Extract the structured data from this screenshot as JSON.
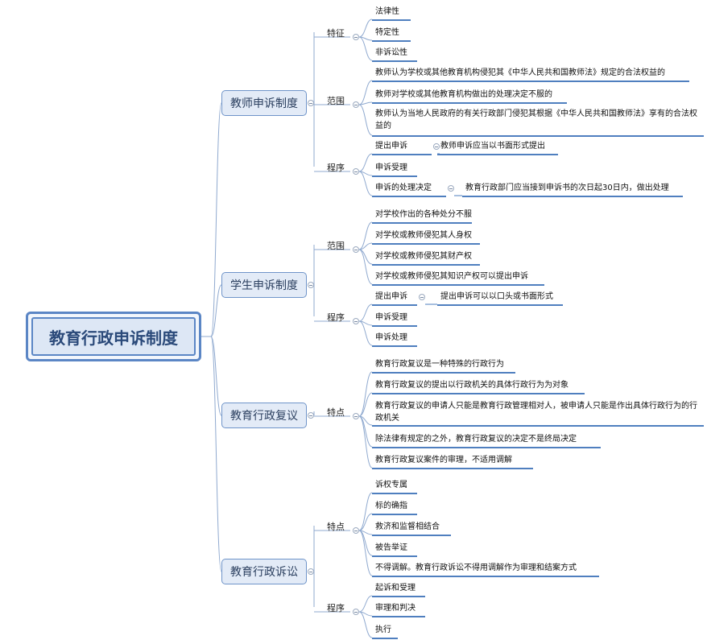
{
  "root": "教育行政申诉制度",
  "branches": [
    {
      "title": "教师申诉制度",
      "groups": [
        {
          "label": "特征",
          "items": [
            {
              "text": "法律性"
            },
            {
              "text": "特定性"
            },
            {
              "text": "非诉讼性"
            }
          ]
        },
        {
          "label": "范围",
          "items": [
            {
              "text": "教师认为学校或其他教育机构侵犯其《中华人民共和国教师法》规定的合法权益的"
            },
            {
              "text": "教师对学校或其他教育机构做出的处理决定不服的"
            },
            {
              "text": "教师认为当地人民政府的有关行政部门侵犯其根据《中华人民共和国教师法》享有的合法权益的"
            }
          ]
        },
        {
          "label": "程序",
          "items": [
            {
              "text": "提出申诉",
              "detail": "教师申诉应当以书面形式提出"
            },
            {
              "text": "申诉受理"
            },
            {
              "text": "申诉的处理决定",
              "detail": "教育行政部门应当接到申诉书的次日起30日内，做出处理"
            }
          ]
        }
      ]
    },
    {
      "title": "学生申诉制度",
      "groups": [
        {
          "label": "范围",
          "items": [
            {
              "text": "对学校作出的各种处分不服"
            },
            {
              "text": "对学校或教师侵犯其人身权"
            },
            {
              "text": "对学校或教师侵犯其财产权"
            },
            {
              "text": "对学校或教师侵犯其知识产权可以提出申诉"
            }
          ]
        },
        {
          "label": "程序",
          "items": [
            {
              "text": "提出申诉",
              "detail": "提出申诉可以以口头或书面形式"
            },
            {
              "text": "申诉受理"
            },
            {
              "text": "申诉处理"
            }
          ]
        }
      ]
    },
    {
      "title": "教育行政复议",
      "groups": [
        {
          "label": "特点",
          "items": [
            {
              "text": "教育行政复议是一种特殊的行政行为"
            },
            {
              "text": "教育行政复议的提出以行政机关的具体行政行为为对象"
            },
            {
              "text": "教育行政复议的申请人只能是教育行政管理相对人，被申请人只能是作出具体行政行为的行政机关"
            },
            {
              "text": "除法律有规定的之外，教育行政复议的决定不是终局决定"
            },
            {
              "text": "教育行政复议案件的审理，不适用调解"
            }
          ]
        }
      ]
    },
    {
      "title": "教育行政诉讼",
      "groups": [
        {
          "label": "特点",
          "items": [
            {
              "text": "诉权专属"
            },
            {
              "text": "标的确指"
            },
            {
              "text": "救济和监督相结合"
            },
            {
              "text": "被告举证"
            },
            {
              "text": "不得调解。教育行政诉讼不得用调解作为审理和结案方式"
            }
          ]
        },
        {
          "label": "程序",
          "items": [
            {
              "text": "起诉和受理"
            },
            {
              "text": "审理和判决"
            },
            {
              "text": "执行"
            }
          ]
        }
      ]
    }
  ]
}
